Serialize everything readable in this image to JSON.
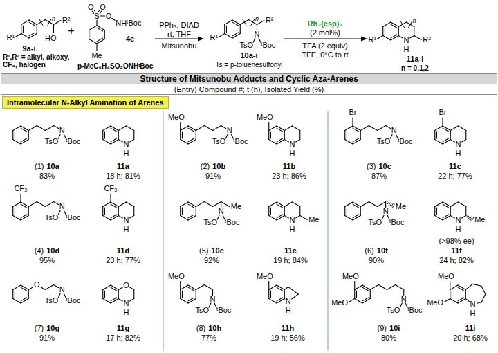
{
  "diagram": {
    "nodes": [
      {
        "text": [
          "Structure of Mitsunobu Adducts and Cyclic Aza-Arenes",
          "(Entry) Compound #; t (h), Isolated Yield (%)"
        ]
      },
      {
        "text": [
          "Intramolecular N-Alkyl Amination of Arenes"
        ]
      }
    ],
    "labels": [
      "R¹",
      "HO",
      "R²",
      "n",
      "9a-i",
      "R¹,R² = alkyl, alkoxy, CF₃, halogen",
      "+",
      "S",
      "O",
      "O",
      "O",
      "NHᵗBoc",
      "Me",
      "4e",
      "p-MeC₆H₄SO₂ONHᵗBoc",
      "PPh₃, DIAD",
      "rt, THF",
      "Mitsunobu",
      "R¹",
      "n",
      "N",
      "TsO",
      "ᵗBoc",
      "R²",
      "10a-i",
      "Ts = p-toluenesulfonyl",
      "Rh₂(esp)₂",
      "(2 mol%)",
      "TFA (2 equiv)",
      "TFE, 0°C to rt",
      "R¹",
      "n",
      "N",
      "H",
      "R²",
      "11a-i",
      "n = 0,1,2",
      "N",
      "TsO",
      "ᵗBoc",
      "(1)",
      "10a",
      "83%",
      "N",
      "H",
      "11a",
      "18 h; 81%",
      "MeO",
      "N",
      "TsO",
      "ᵗBoc",
      "(2)",
      "10b",
      "91%",
      "MeO",
      "N",
      "H",
      "11b",
      "23 h; 86%",
      "Br",
      "N",
      "TsO",
      "ᵗBoc",
      "(3)",
      "10c",
      "87%",
      "Br",
      "N",
      "H",
      "11c",
      "22 h; 77%",
      "CF₃",
      "N",
      "TsO",
      "ᵗBoc",
      "(4)",
      "10d",
      "95%",
      "CF₃",
      "N",
      "H",
      "11d",
      "23 h; 77%",
      "Me",
      "N",
      "TsO",
      "ᵗBoc",
      "(5)",
      "10e",
      "92%",
      "N",
      "H",
      "Me",
      "11e",
      "19 h; 84%",
      "Me",
      "N",
      "TsO",
      "ᵗBoc",
      "(6)",
      "10f",
      "90%",
      "N",
      "H",
      "Me",
      "(>98% ee)",
      "11f",
      "24 h; 82%",
      "O",
      "N",
      "TsO",
      "ᵗBoc",
      "(7)",
      "10g",
      "91%",
      "O",
      "N",
      "H",
      "11g",
      "17 h; 82%",
      "MeO",
      "N",
      "TsO",
      "ᵗBoc",
      "(8)",
      "10h",
      "77%",
      "MeO",
      "N",
      "H",
      "11h",
      "19 h; 56%",
      "MeO",
      "MeO",
      "N",
      "TsO",
      "ᵗBoc",
      "(9)",
      "10i",
      "80%",
      "MeO",
      "MeO",
      "N",
      "H",
      "11i",
      "20 h; 68%"
    ]
  }
}
